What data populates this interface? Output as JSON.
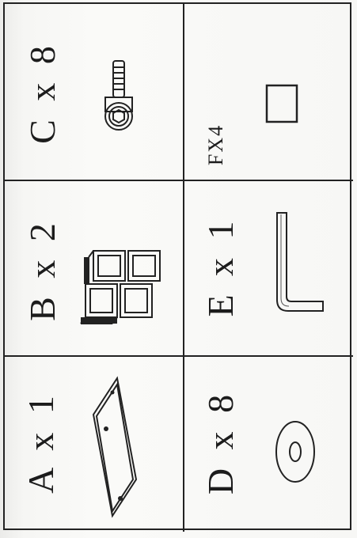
{
  "parts": {
    "c": {
      "label": "C x 8",
      "icon": "screw-icon"
    },
    "fx": {
      "label": "FX4",
      "icon": "square-icon"
    },
    "b": {
      "label": "B x 2",
      "icon": "bracket-frame-icon"
    },
    "e": {
      "label": "E x 1",
      "icon": "allen-key-icon"
    },
    "a": {
      "label": "A x 1",
      "icon": "panel-plate-icon"
    },
    "d": {
      "label": "D x 8",
      "icon": "washer-icon"
    }
  },
  "colors": {
    "ink": "#1c1c1c",
    "paper": "#f6f6f4"
  }
}
